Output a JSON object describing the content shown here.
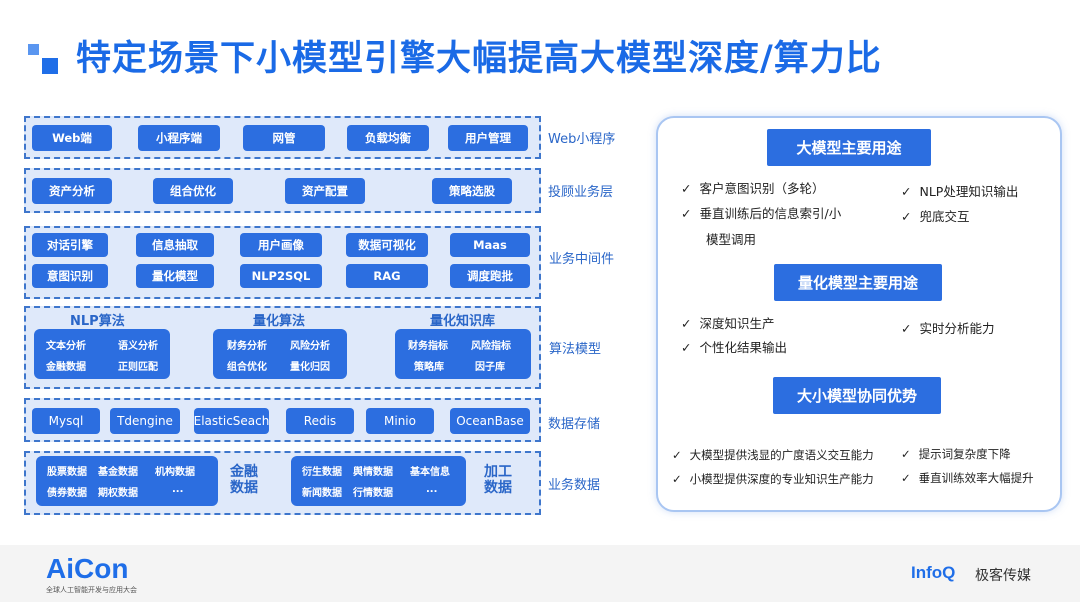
{
  "title": "特定场景下小模型引擎大幅提高大模型深度/算力比",
  "colors": {
    "accent": "#1f6ee8",
    "pill": "#2c6ee0",
    "row_bg": "#dfe9fa",
    "label": "#2a66c8"
  },
  "left": {
    "web": {
      "label": "Web小程序",
      "items": [
        "Web端",
        "小程序端",
        "网管",
        "负载均衡",
        "用户管理"
      ]
    },
    "advisor": {
      "label": "投顾业务层",
      "items": [
        "资产分析",
        "组合优化",
        "资产配置",
        "策略选股"
      ]
    },
    "middleware": {
      "label": "业务中间件",
      "row1": [
        "对话引擎",
        "信息抽取",
        "用户画像",
        "数据可视化",
        "Maas"
      ],
      "row2": [
        "意图识别",
        "量化模型",
        "NLP2SQL",
        "RAG",
        "调度跑批"
      ]
    },
    "algo": {
      "label": "算法模型",
      "groups": [
        {
          "title": "NLP算法",
          "items": [
            "文本分析",
            "语义分析",
            "金融数据",
            "正则匹配"
          ]
        },
        {
          "title": "量化算法",
          "items": [
            "财务分析",
            "风险分析",
            "组合优化",
            "量化归因"
          ]
        },
        {
          "title": "量化知识库",
          "items": [
            "财务指标",
            "风险指标",
            "策略库",
            "因子库"
          ]
        }
      ]
    },
    "storage": {
      "label": "数据存储",
      "items": [
        "Mysql",
        "Tdengine",
        "ElasticSeach",
        "Redis",
        "Minio",
        "OceanBase"
      ]
    },
    "bizdata": {
      "label": "业务数据",
      "block1": {
        "items": [
          "股票数据",
          "基金数据",
          "机构数据",
          "债券数据",
          "期权数据",
          "..."
        ],
        "side_line1": "金融",
        "side_line2": "数据"
      },
      "block2": {
        "items": [
          "衍生数据",
          "舆情数据",
          "基本信息",
          "新闻数据",
          "行情数据",
          "..."
        ],
        "side_line1": "加工",
        "side_line2": "数据"
      }
    }
  },
  "right": {
    "s1": {
      "title": "大模型主要用途",
      "items": [
        "客户意图识别（多轮）",
        "垂直训练后的信息索引/小",
        "模型调用",
        "NLP处理知识输出",
        "兜底交互"
      ]
    },
    "s2": {
      "title": "量化模型主要用途",
      "items": [
        "深度知识生产",
        "个性化结果输出",
        "实时分析能力"
      ]
    },
    "s3": {
      "title": "大小模型协同优势",
      "items": [
        "大模型提供浅显的广度语义交互能力",
        "小模型提供深度的专业知识生产能力",
        "提示词复杂度下降",
        "垂直训练效率大幅提升"
      ]
    },
    "check": "✓"
  },
  "footer": {
    "logo": "AiCon",
    "logo_sub": "全球人工智能开发与应用大会",
    "brand": "InfoQ",
    "brand_cn": "极客传媒"
  }
}
